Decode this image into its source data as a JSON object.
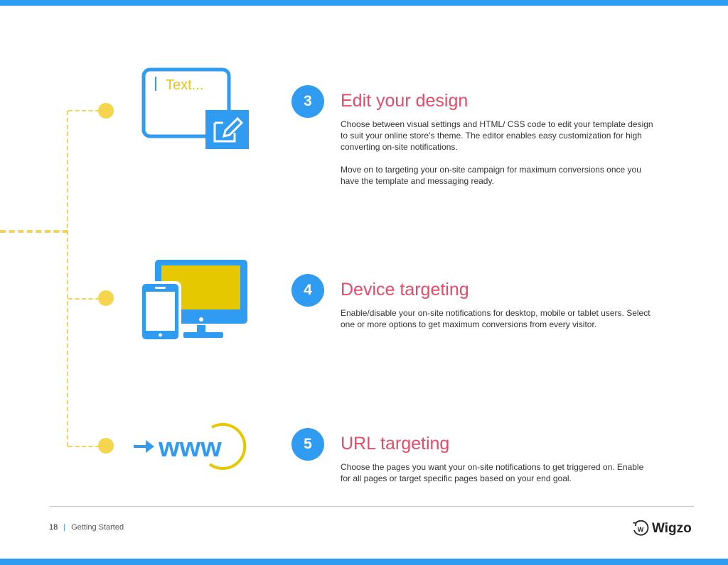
{
  "colors": {
    "accent": "#2f9bf1",
    "title": "#e84a67",
    "timeline": "#f5d54b"
  },
  "steps": [
    {
      "number": "3",
      "title": "Edit your design",
      "paragraphs": [
        "Choose between visual settings and HTML/ CSS code to edit your template design to suit your online store’s theme. The editor enables easy customization for high converting on-site notifications.",
        "Move on to targeting your on-site campaign for maximum conversions once you have the template and messaging ready."
      ],
      "illustration_text": "Text...",
      "icon": "edit-icon"
    },
    {
      "number": "4",
      "title": "Device targeting",
      "paragraphs": [
        "Enable/disable your on-site notifications for desktop, mobile or tablet users. Select one or more options to get maximum conversions from every visitor."
      ],
      "icon": "devices-icon"
    },
    {
      "number": "5",
      "title": "URL targeting",
      "paragraphs": [
        "Choose the pages you want your on-site notifications to get triggered on. Enable for all pages or target specific pages based on your end goal."
      ],
      "illustration_text": "www",
      "icon": "www-icon"
    }
  ],
  "footer": {
    "page": "18",
    "separator": "|",
    "section": "Getting Started"
  },
  "brand": {
    "name": "Wigzo",
    "mark": "W",
    "icon": "wigzo-logo-icon"
  }
}
